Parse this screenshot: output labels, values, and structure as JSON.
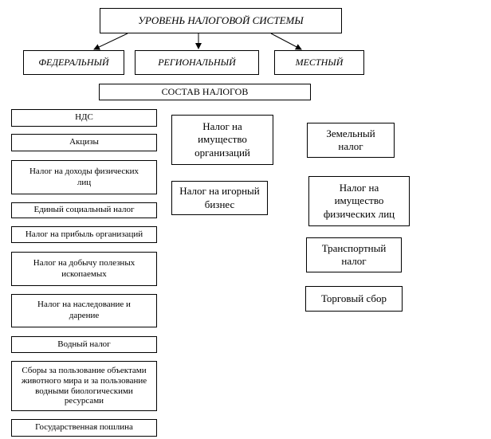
{
  "title": "УРОВЕНЬ НАЛОГОВОЙ СИСТЕМЫ",
  "levels": [
    "ФЕДЕРАЛЬНЫЙ",
    "РЕГИОНАЛЬНЫЙ",
    "МЕСТНЫЙ"
  ],
  "composition": "СОСТАВ НАЛОГОВ",
  "federal": [
    "НДС",
    "Акцизы",
    "Налог на доходы физических лиц",
    "Единый социальный налог",
    "Налог на прибыль организаций",
    "Налог на добычу полезных ископаемых",
    "Налог на наследование и дарение",
    "Водный налог",
    "Сборы за пользование объектами животного мира и за пользование водными биологическими ресурсами",
    "Государственная пошлина"
  ],
  "regional": [
    "Налог на имущество организаций",
    "Налог на игорный бизнес"
  ],
  "local": [
    "Земельный налог",
    "Налог на имущество физических лиц",
    "Транспортный налог",
    "Торговый сбор"
  ]
}
